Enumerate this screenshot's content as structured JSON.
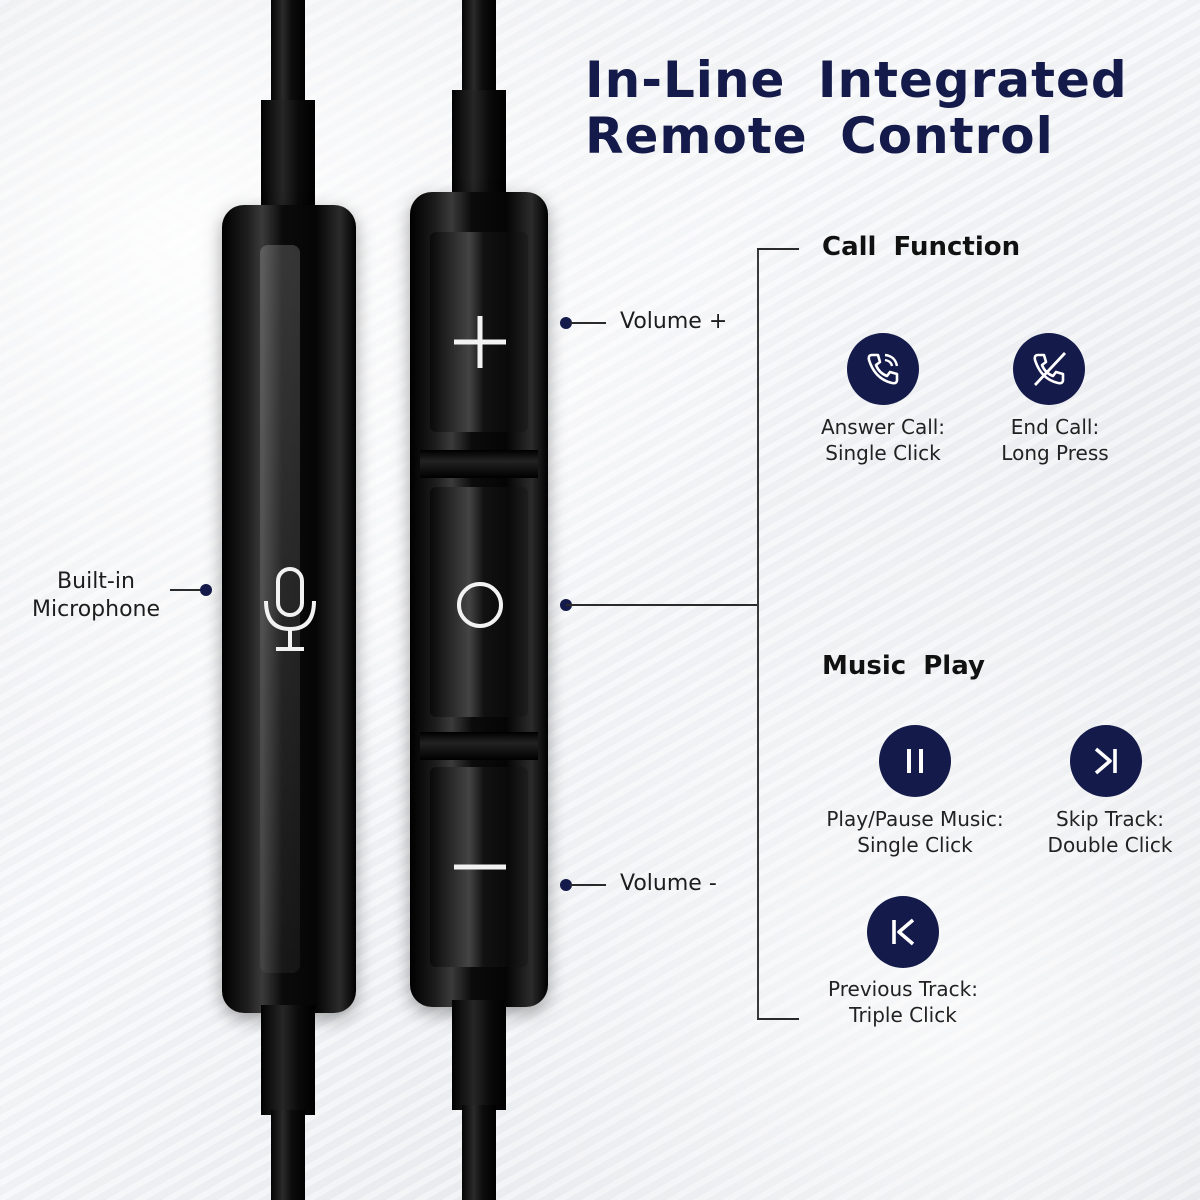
{
  "title_line1": "In-Line  Integrated",
  "title_line2": "Remote  Control",
  "labels": {
    "microphone": "Built-in\nMicrophone",
    "volume_up": "Volume +",
    "volume_down": "Volume -"
  },
  "call_function": {
    "heading": "Call  Function",
    "items": [
      {
        "icon": "phone-answer-icon",
        "label": "Answer Call:\nSingle Click"
      },
      {
        "icon": "phone-end-icon",
        "label": "End Call:\nLong Press"
      }
    ]
  },
  "music_play": {
    "heading": "Music  Play",
    "items": [
      {
        "icon": "play-pause-icon",
        "label": "Play/Pause Music:\nSingle Click"
      },
      {
        "icon": "skip-track-icon",
        "label": "Skip Track:\nDouble Click"
      },
      {
        "icon": "previous-track-icon",
        "label": "Previous Track:\nTriple Click"
      }
    ]
  },
  "colors": {
    "accent": "#141a4a",
    "remote_body": "#0a0a0a"
  }
}
